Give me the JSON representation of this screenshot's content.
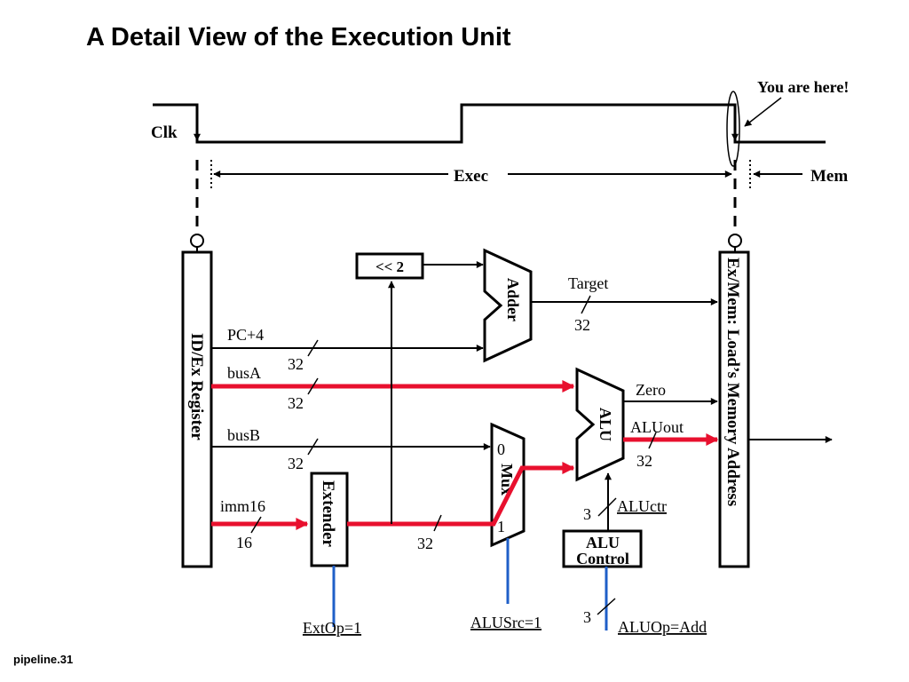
{
  "slide": {
    "title": "A Detail View of the Execution Unit",
    "footer": "pipeline.31"
  },
  "colors": {
    "highlight_path": "#e8102e",
    "control_signal": "#1f5fc8",
    "wire": "#000000"
  },
  "timing": {
    "clock_label": "Clk",
    "callout": "You are here!",
    "stage_exec": "Exec",
    "stage_mem": "Mem"
  },
  "blocks": {
    "id_ex_register": "ID/Ex Register",
    "ex_mem_register": "Ex/Mem: Load’s Memory Address",
    "shift_left": "<< 2",
    "adder": "Adder",
    "alu": "ALU",
    "mux": "Mux",
    "mux_in0": "0",
    "mux_in1": "1",
    "extender": "Extender",
    "alu_control_line1": "ALU",
    "alu_control_line2": "Control"
  },
  "signals": {
    "pc4": "PC+4",
    "busA": "busA",
    "busB": "busB",
    "imm16": "imm16",
    "target": "Target",
    "zero": "Zero",
    "aluout": "ALUout",
    "aluctr": "ALUctr"
  },
  "widths": {
    "pc4": "32",
    "busA": "32",
    "busB": "32",
    "imm16": "16",
    "ext": "32",
    "target": "32",
    "aluout": "32",
    "aluctr": "3",
    "aluop": "3"
  },
  "controls": {
    "extop": "ExtOp=1",
    "alusrc": "ALUSrc=1",
    "aluop": "ALUOp=Add"
  }
}
